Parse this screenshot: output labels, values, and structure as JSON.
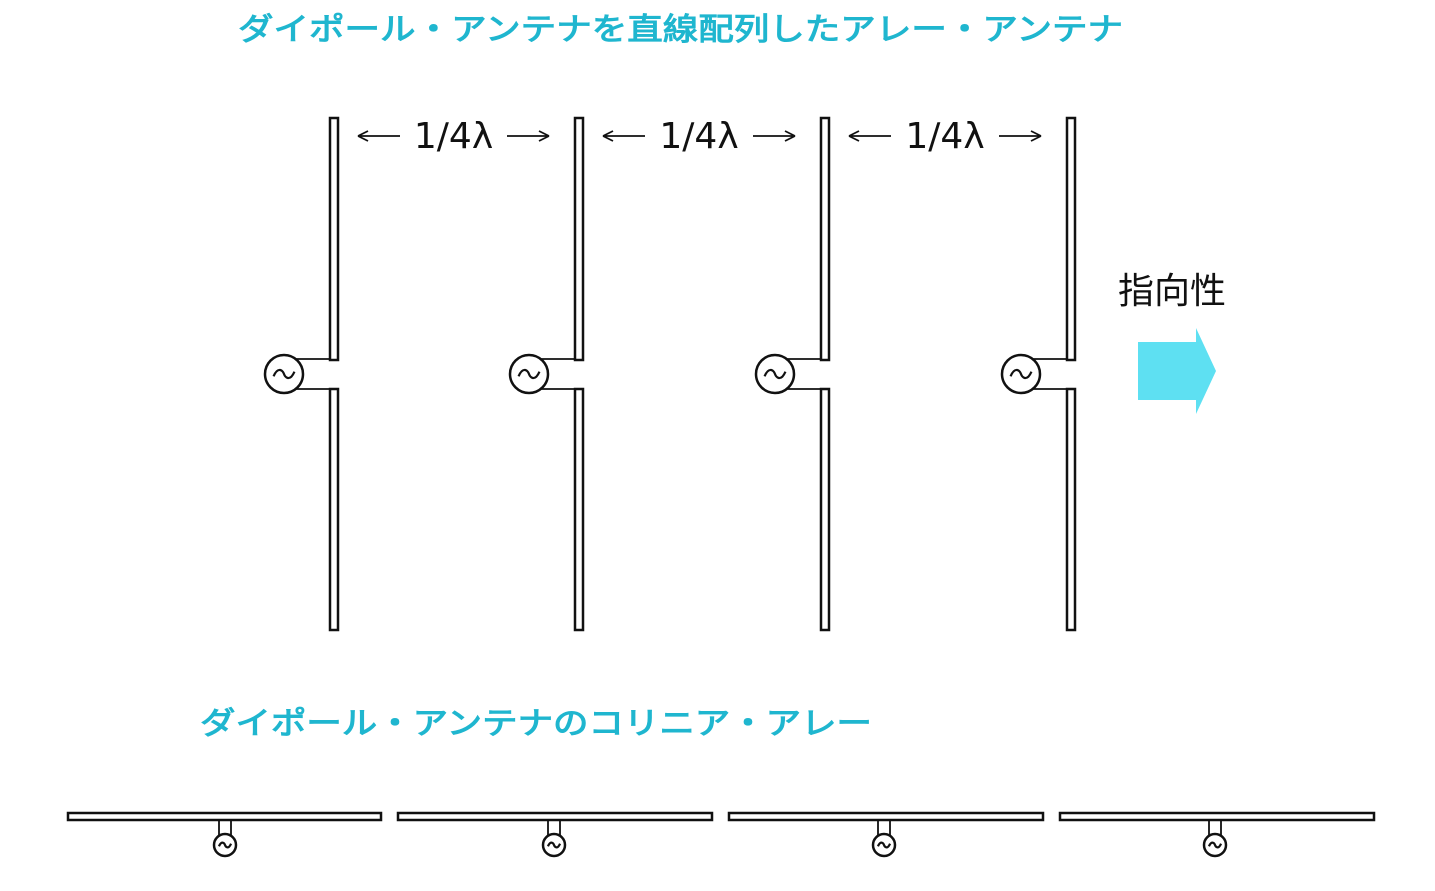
{
  "top_title": "ダイポール・アンテナを直線配列したアレー・アンテナ",
  "bottom_title": "ダイポール・アンテナのコリニア・アレー",
  "spacing_label": "1/4λ",
  "spacings": [
    "1/4λ",
    "1/4λ",
    "1/4λ"
  ],
  "directivity_label": "指向性",
  "source_symbol": "~",
  "colors": {
    "title": "#1fb6cf",
    "directivity_arrow": "#5ee0f2",
    "line": "#111111"
  },
  "top_array": {
    "element_count": 4,
    "orientation": "vertical"
  },
  "bottom_array": {
    "element_count": 4,
    "orientation": "horizontal"
  }
}
